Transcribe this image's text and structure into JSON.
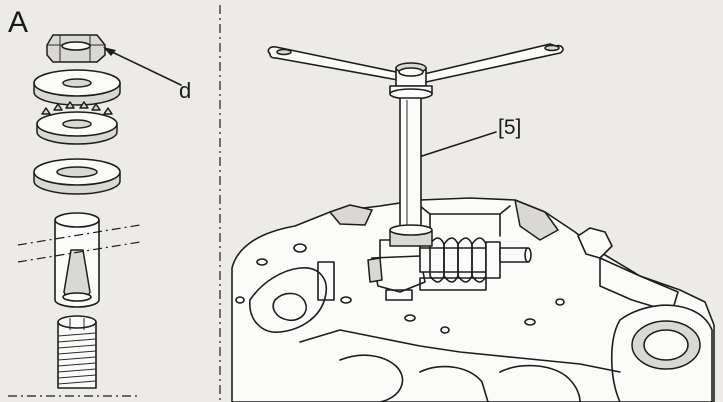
{
  "labels": {
    "panel": "A",
    "nut_callout": "d",
    "tool_callout": "[5]"
  },
  "parts": [
    {
      "name": "nut",
      "icon": "hex-nut-icon"
    },
    {
      "name": "plain-washer",
      "icon": "washer-icon"
    },
    {
      "name": "toothed-lock-washer",
      "icon": "lock-washer-icon"
    },
    {
      "name": "plain-washer",
      "icon": "washer-icon"
    },
    {
      "name": "hollow-pin",
      "icon": "pin-icon"
    },
    {
      "name": "threaded-bolt",
      "icon": "bolt-icon"
    }
  ],
  "colors": {
    "background": "#ecebe8",
    "ink": "#1d1d1d"
  }
}
